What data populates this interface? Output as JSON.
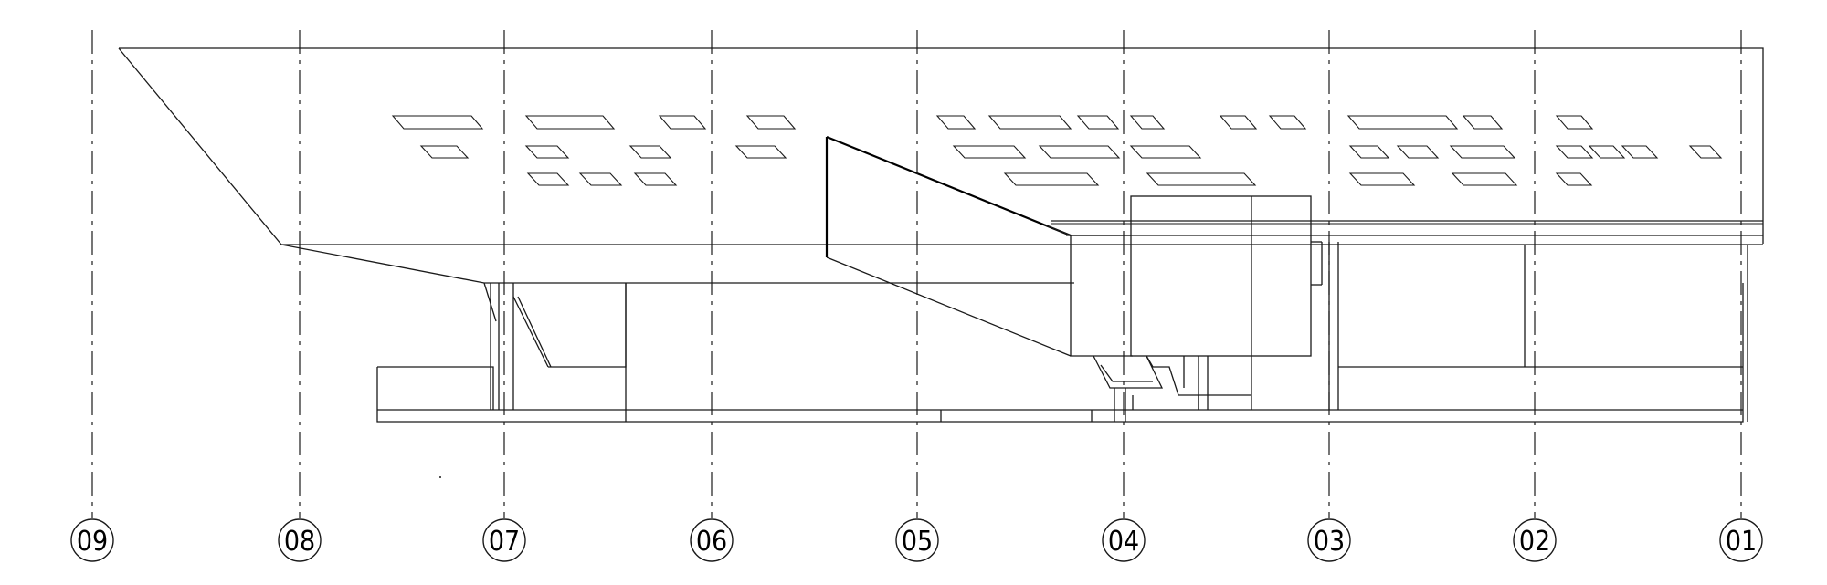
{
  "grid_labels": [
    "09",
    "08",
    "07",
    "06",
    "05",
    "04",
    "03",
    "02",
    "01"
  ]
}
